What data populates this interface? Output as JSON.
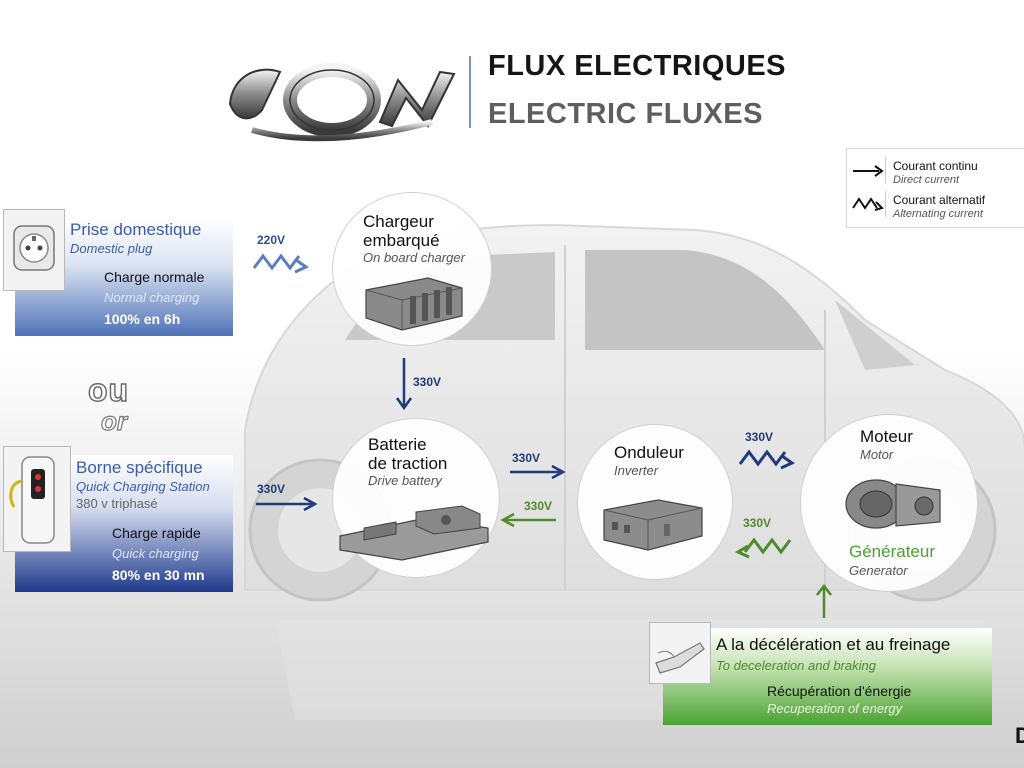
{
  "header": {
    "logo_text": "iOn",
    "title_fr": "FLUX ELECTRIQUES",
    "title_en": "ELECTRIC FLUXES"
  },
  "legend": {
    "direct_fr": "Courant continu",
    "direct_en": "Direct current",
    "alt_fr": "Courant alternatif",
    "alt_en": "Alternating current"
  },
  "domestic": {
    "title_fr": "Prise domestique",
    "title_en": "Domestic plug",
    "mode_fr": "Charge normale",
    "mode_en": "Normal charging",
    "duration": "100% en 6h"
  },
  "separator": {
    "fr": "ou",
    "en": "or"
  },
  "station": {
    "title_fr": "Borne spécifique",
    "title_en": "Quick Charging Station",
    "spec": "380 v triphasé",
    "mode_fr": "Charge rapide",
    "mode_en": "Quick charging",
    "duration": "80% en 30 mn"
  },
  "charger": {
    "title_fr_1": "Chargeur",
    "title_fr_2": "embarqué",
    "title_en": "On board charger"
  },
  "battery": {
    "title_fr_1": "Batterie",
    "title_fr_2": "de traction",
    "title_en": "Drive battery"
  },
  "inverter": {
    "title_fr": "Onduleur",
    "title_en": "Inverter"
  },
  "motor": {
    "title_fr": "Moteur",
    "title_en": "Motor",
    "gen_fr": "Générateur",
    "gen_en": "Generator"
  },
  "recovery": {
    "title_fr": "A la décélération et au freinage",
    "title_en": "To deceleration and braking",
    "sub_fr": "Récupération d'énergie",
    "sub_en": "Recuperation of energy"
  },
  "voltages": {
    "v220": "220V",
    "v330_down": "330V",
    "v330_station": "330V",
    "v330_to_inv": "330V",
    "v330_to_bat": "330V",
    "v330_to_motor": "330V",
    "v330_from_motor": "330V"
  },
  "colors": {
    "blue": "#3b5da8",
    "navy": "#1f3a7a",
    "green": "#4aa232"
  },
  "brand_mark": "D"
}
